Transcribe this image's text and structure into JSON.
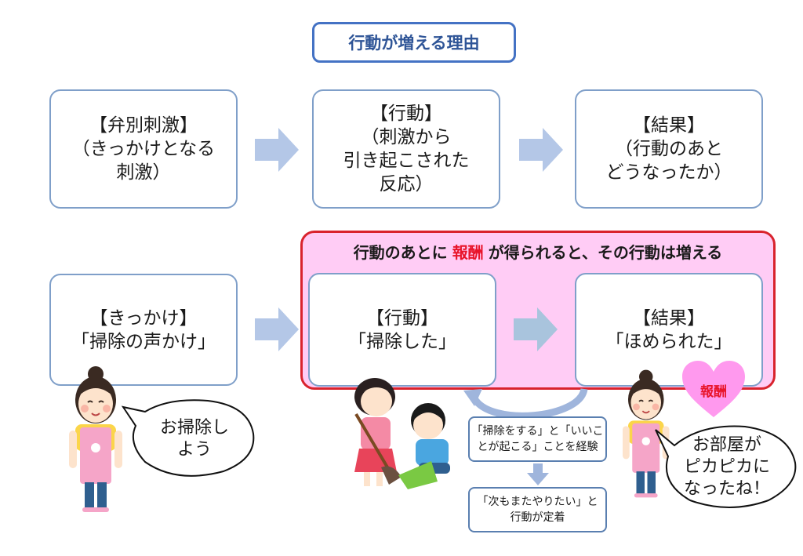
{
  "title": "行動が増える理由",
  "top_row": {
    "antecedent": "【弁別刺激】\n（きっかけとなる\n刺激）",
    "behavior": "【行動】\n（刺激から\n引き起こされた\n反応）",
    "consequence": "【結果】\n（行動のあと\nどうなったか）"
  },
  "reward_frame": {
    "title_prefix": "行動のあとに",
    "title_highlight": "報酬",
    "title_suffix": "が得られると、その行動は増える"
  },
  "bottom_row": {
    "antecedent": "【きっかけ】\n「掃除の声かけ」",
    "behavior": "【行動】\n「掃除した」",
    "consequence": "【結果】\n「ほめられた」"
  },
  "heart_label": "報酬",
  "speech": {
    "mother_left": "お掃除し\nよう",
    "mother_right": "お部屋が\nピカピカに\nなったね！"
  },
  "loop": {
    "experience": "「掃除をする」と「いいこ\nとが起こる」ことを経験",
    "habit": "「次もまたやりたい」と\n行動が定着"
  },
  "colors": {
    "title_border": "#4472c4",
    "node_border": "#7f9fc9",
    "arrow": "#b4c7e7",
    "reward_border": "#d9232d",
    "reward_fill": "#ffccf5",
    "highlight": "#e8142a",
    "heart": "#ff99ee"
  }
}
